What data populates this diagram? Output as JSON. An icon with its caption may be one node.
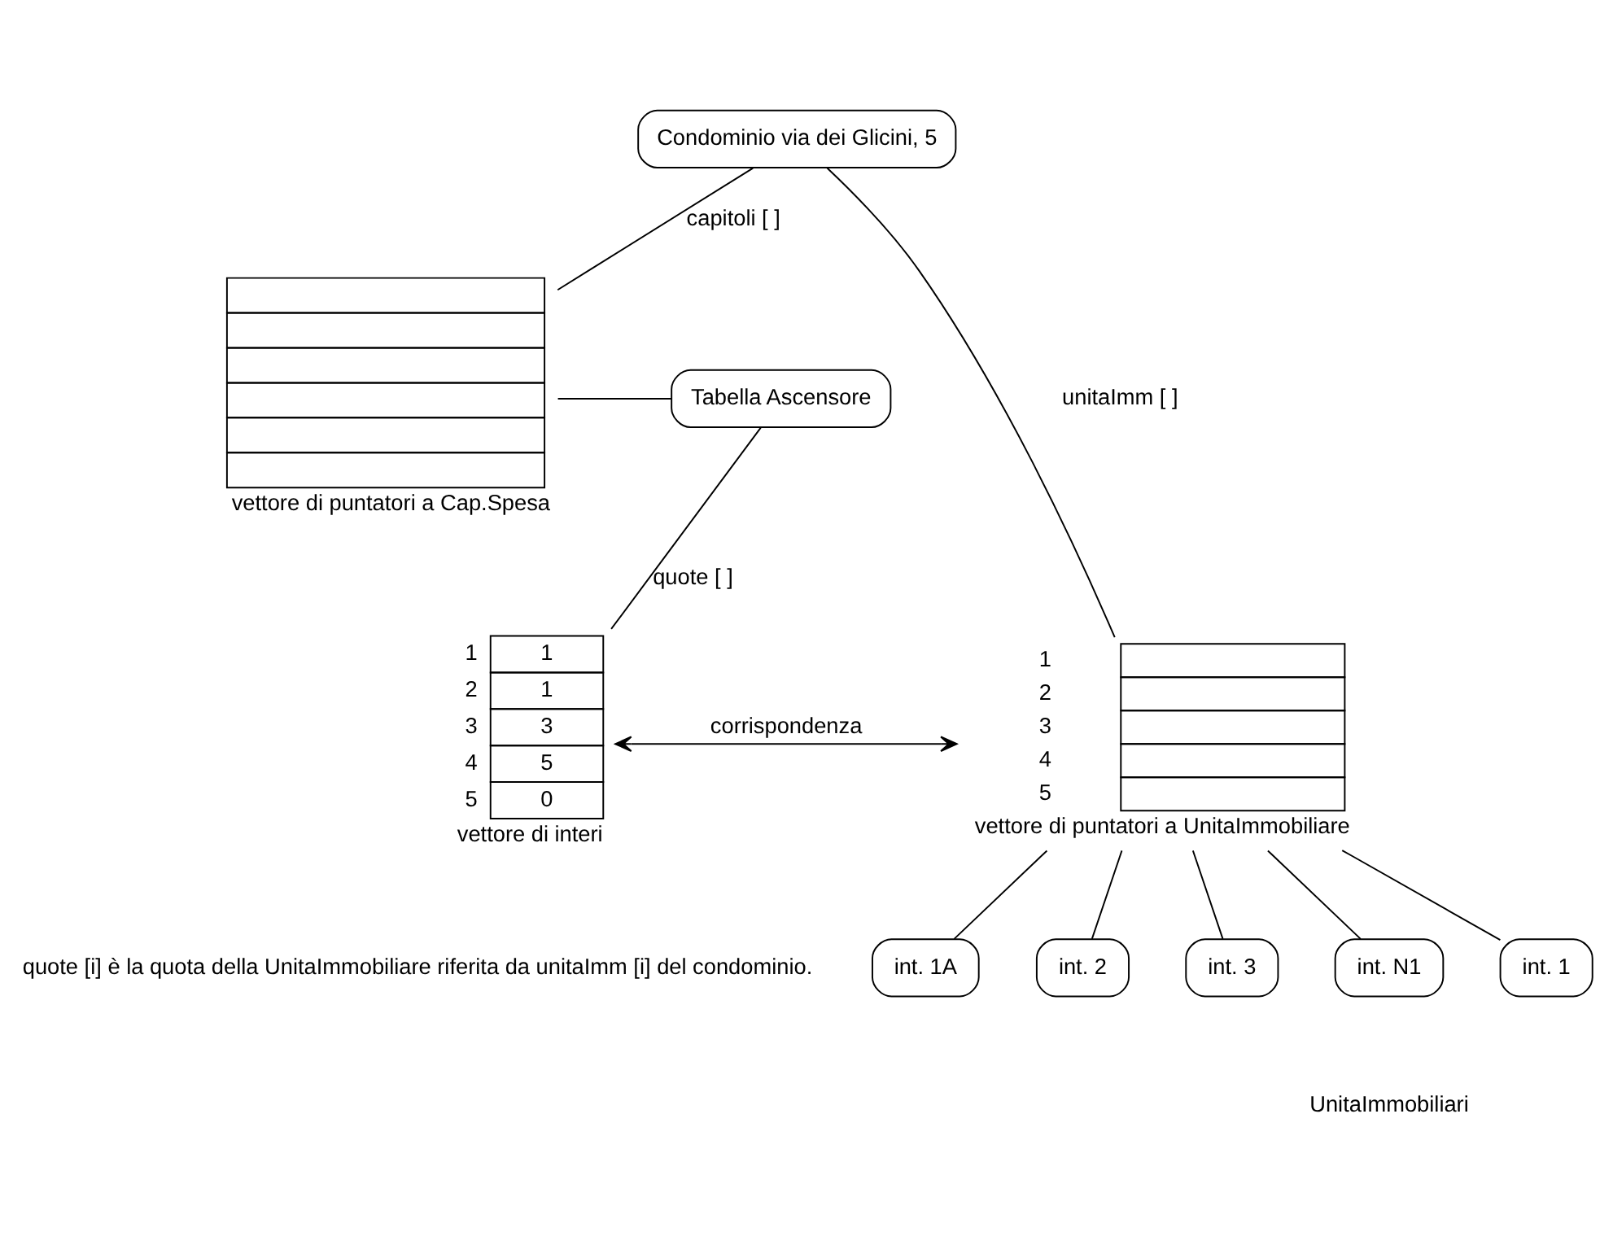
{
  "diagram": {
    "nodes": [
      {
        "text": [
          "Condominio via dei Glicini, 5"
        ]
      },
      {
        "text": [],
        "shape": "box",
        "beside": [
          "vettore di puntatori a Cap.Spesa"
        ]
      },
      {
        "text": [
          "Tabella Ascensore"
        ]
      },
      {
        "text": [
          "1",
          "1",
          "3",
          "5",
          "0"
        ],
        "beside": [
          "1",
          "2",
          "3",
          "4",
          "5",
          "vettore di interi"
        ]
      },
      {
        "text": [],
        "shape": "box",
        "beside": [
          "1",
          "2",
          "3",
          "4",
          "5",
          "vettore di puntatori a UnitaImmobiliare"
        ]
      },
      {
        "text": [
          "int. 1"
        ]
      },
      {
        "text": [
          "int. 1A"
        ]
      },
      {
        "text": [
          "int. 2"
        ]
      },
      {
        "text": [
          "int. 3"
        ]
      },
      {
        "text": [
          "int. N1"
        ]
      }
    ],
    "edges": [
      {
        "from": 0,
        "to": 1,
        "arrow": "none",
        "label": "capitoli [ ]"
      },
      {
        "from": 0,
        "to": 4,
        "arrow": "none",
        "label": "unitaImm [ ]"
      },
      {
        "from": 1,
        "to": 2,
        "arrow": "none"
      },
      {
        "from": 2,
        "to": 3,
        "arrow": "none",
        "label": "quote [ ]"
      },
      {
        "from": 3,
        "to": 4,
        "arrow": "both",
        "label": "corrispondenza"
      },
      {
        "from": 4,
        "to": 5,
        "arrow": "none"
      },
      {
        "from": 4,
        "to": 6,
        "arrow": "none"
      },
      {
        "from": 4,
        "to": 7,
        "arrow": "none"
      },
      {
        "from": 4,
        "to": 8,
        "arrow": "none"
      },
      {
        "from": 4,
        "to": 9,
        "arrow": "none"
      }
    ],
    "labels": [
      "UnitaImmobiliari",
      "quote [i] è la quota della UnitaImmobiliare riferita da unitaImm [i] del condominio."
    ]
  }
}
